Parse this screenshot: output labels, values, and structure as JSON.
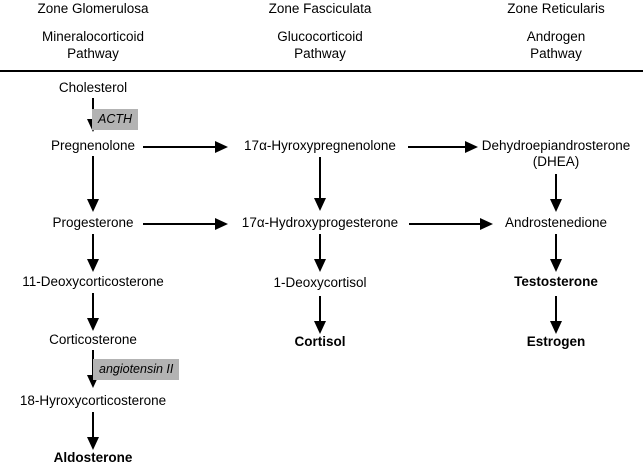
{
  "figure": {
    "kind": "adrenal-steroidogenesis-pathway-diagram",
    "background_color": "#ffffff",
    "line_color": "#000000",
    "chip_color": "#b3b3b3"
  },
  "header": {
    "rule_present": true,
    "columns": [
      {
        "zone": "Zone Glomerulosa",
        "pathway": "Mineralocorticoid\nPathway"
      },
      {
        "zone": "Zone Fasciculata",
        "pathway": "Glucocorticoid\nPathway"
      },
      {
        "zone": "Zone Reticularis",
        "pathway": "Androgen\nPathway"
      }
    ]
  },
  "columns": {
    "glomerulosa": {
      "nodes": [
        {
          "label": "Cholesterol",
          "bold": false
        },
        {
          "label": "Pregnenolone",
          "bold": false
        },
        {
          "label": "Progesterone",
          "bold": false
        },
        {
          "label": "11-Deoxycorticosterone",
          "bold": false
        },
        {
          "label": "Corticosterone",
          "bold": false
        },
        {
          "label": "18-Hyroxycorticosterone",
          "bold": false
        },
        {
          "label": "Aldosterone",
          "bold": true
        }
      ]
    },
    "fasciculata": {
      "nodes": [
        {
          "label": "17α-Hyroxypregnenolone",
          "bold": false
        },
        {
          "label": "17α-Hydroxyprogesterone",
          "bold": false
        },
        {
          "label": "1-Deoxycortisol",
          "bold": false
        },
        {
          "label": "Cortisol",
          "bold": true
        }
      ]
    },
    "reticularis": {
      "nodes": [
        {
          "label": "Dehydroepiandrosterone\n(DHEA)",
          "bold": false
        },
        {
          "label": "Androstenedione",
          "bold": false
        },
        {
          "label": "Testosterone",
          "bold": true
        },
        {
          "label": "Estrogen",
          "bold": true
        }
      ]
    }
  },
  "regulators": [
    {
      "label": "ACTH",
      "acts_on": "Cholesterol → Pregnenolone"
    },
    {
      "label": "angiotensin II",
      "acts_on": "Corticosterone → 18-Hyroxycorticosterone"
    }
  ],
  "arrows": {
    "vertical": [
      "Cholesterol → Pregnenolone",
      "Pregnenolone → Progesterone",
      "Progesterone → 11-Deoxycorticosterone",
      "11-Deoxycorticosterone → Corticosterone",
      "Corticosterone → 18-Hyroxycorticosterone",
      "18-Hyroxycorticosterone → Aldosterone",
      "17α-Hyroxypregnenolone → 17α-Hydroxyprogesterone",
      "17α-Hydroxyprogesterone → 1-Deoxycortisol",
      "1-Deoxycortisol → Cortisol",
      "Dehydroepiandrosterone (DHEA) → Androstenedione",
      "Androstenedione → Testosterone",
      "Testosterone → Estrogen"
    ],
    "horizontal": [
      "Pregnenolone → 17α-Hyroxypregnenolone",
      "17α-Hyroxypregnenolone → Dehydroepiandrosterone (DHEA)",
      "Progesterone → 17α-Hydroxyprogesterone",
      "17α-Hydroxyprogesterone → Androstenedione"
    ]
  }
}
